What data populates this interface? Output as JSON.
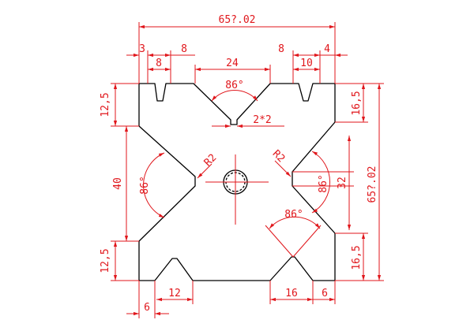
{
  "drawing": {
    "colors": {
      "outline": "#000000",
      "dimension": "#e0161b",
      "background": "#ffffff"
    },
    "dimensions": {
      "overall_width": "65?.02",
      "overall_height": "65?.02",
      "top_3": "3",
      "top_8_left": "8",
      "top_8_inner_left": "8",
      "top_24": "24",
      "top_8_inner_right": "8",
      "top_10": "10",
      "top_4": "4",
      "left_12_5_top": "12,5",
      "left_40": "40",
      "left_12_5_bottom": "12,5",
      "right_16_5_top": "16,5",
      "right_32": "32",
      "right_16_5_bottom": "16,5",
      "bottom_6_left": "6",
      "bottom_12": "12",
      "bottom_16": "16",
      "bottom_6_right": "6",
      "slot_2x2": "2*2",
      "angle_top": "86°",
      "angle_left": "86°",
      "angle_right": "86°",
      "angle_bottom": "86°",
      "radius_left": "R2",
      "radius_right": "R2"
    }
  }
}
